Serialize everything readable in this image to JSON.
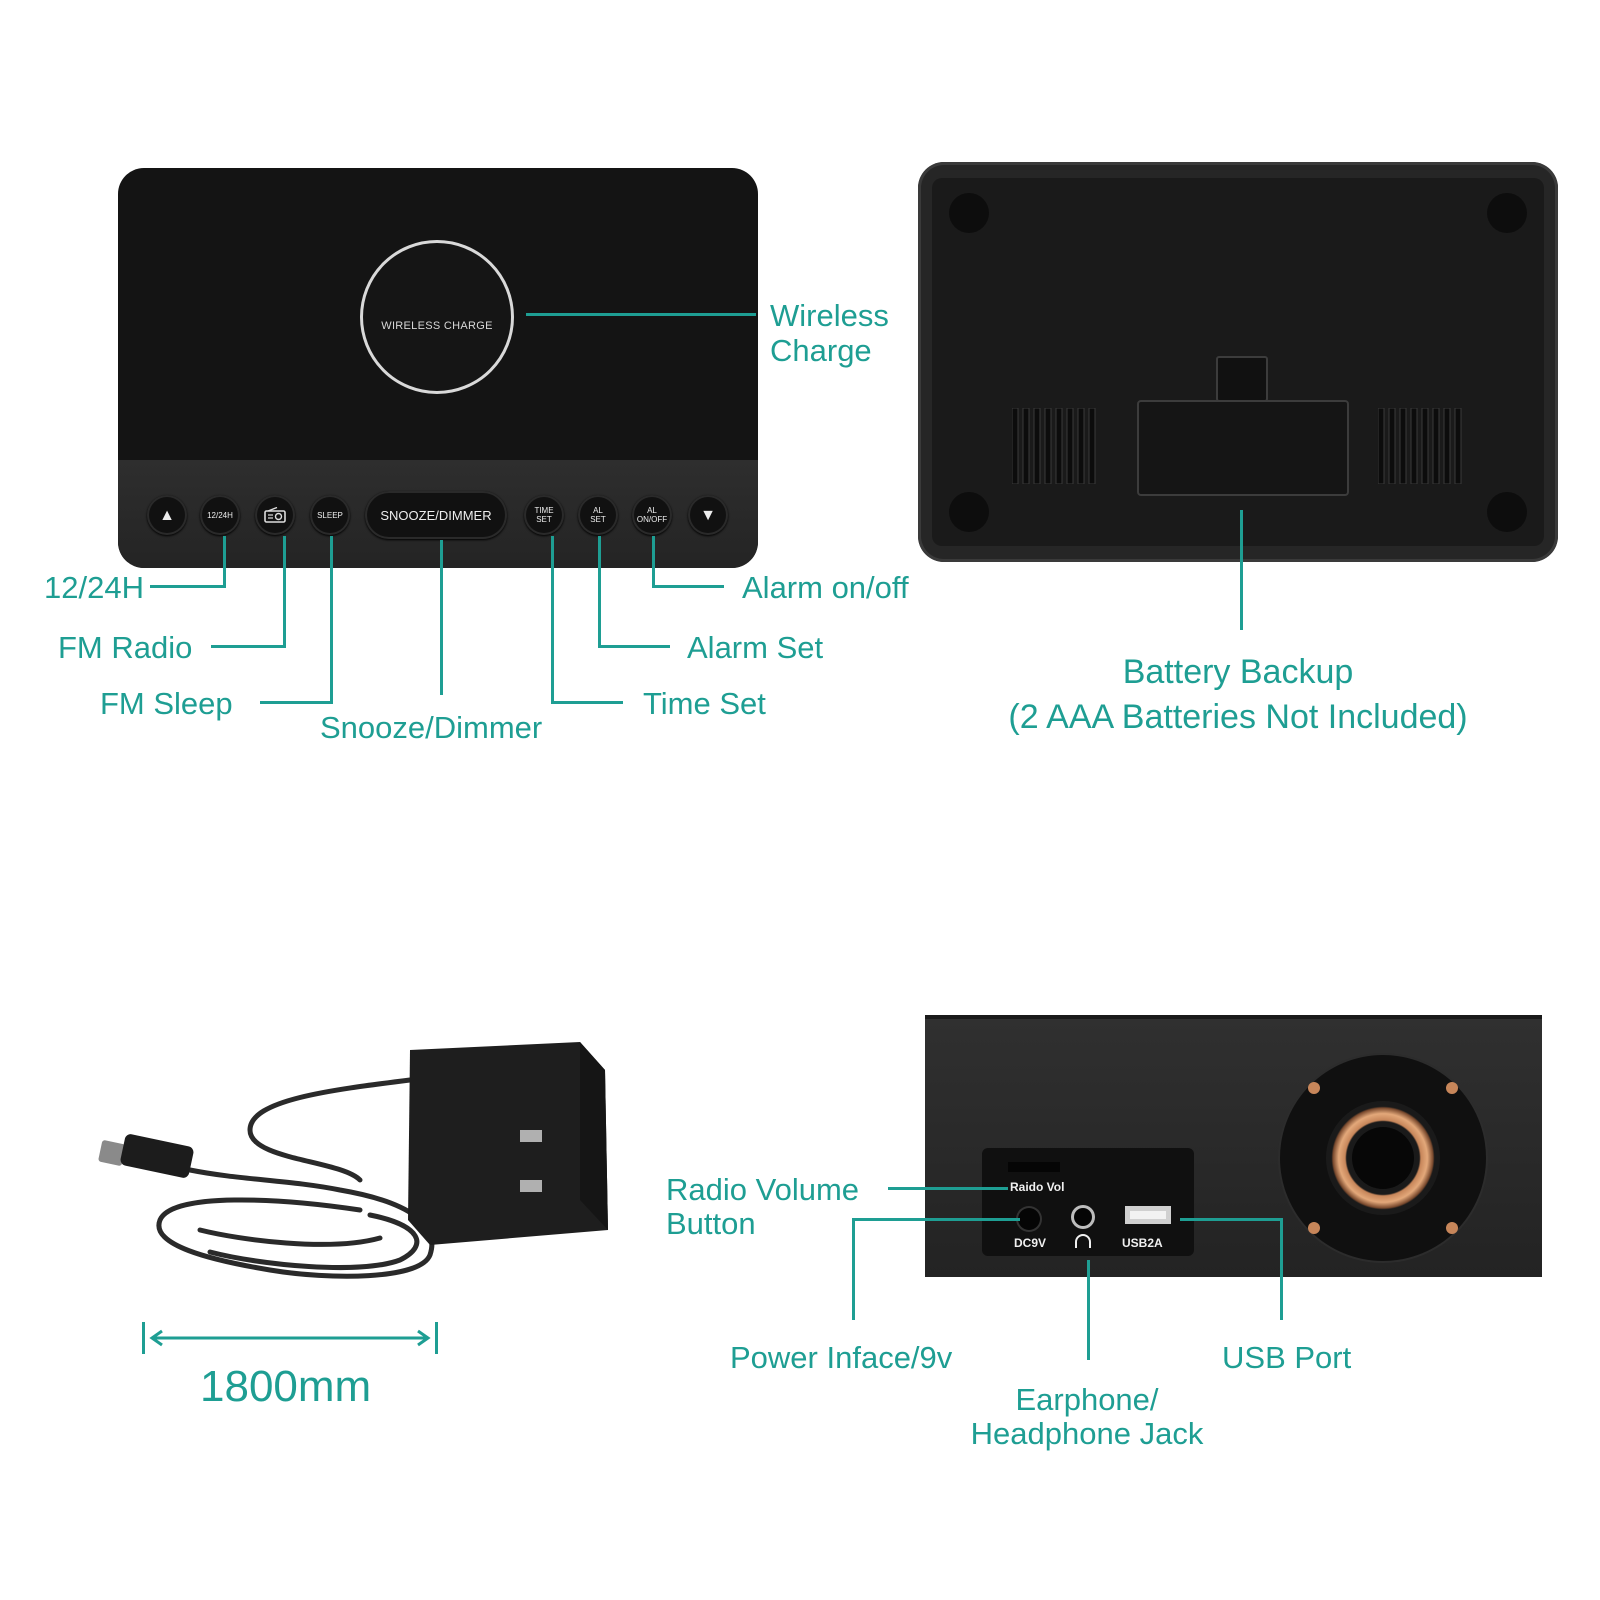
{
  "top_device": {
    "charge_pad_text": "WIRELESS CHARGE",
    "buttons": [
      {
        "id": "up",
        "text": "▲"
      },
      {
        "id": "h1224",
        "text": "12/24H"
      },
      {
        "id": "radio",
        "text": ""
      },
      {
        "id": "sleep",
        "text": "SLEEP"
      },
      {
        "id": "snooze",
        "text": "SNOOZE/DIMMER"
      },
      {
        "id": "timeset",
        "text": "TIME\nSET"
      },
      {
        "id": "alset",
        "text": "AL\nSET"
      },
      {
        "id": "alonoff",
        "text": "AL\nON/OFF"
      },
      {
        "id": "down",
        "text": "▼"
      }
    ]
  },
  "labels": {
    "wireless_charge": [
      "Wireless",
      "Charge"
    ],
    "h1224": "12/24H",
    "fm_radio": "FM Radio",
    "fm_sleep": "FM Sleep",
    "snooze_dimmer": "Snooze/Dimmer",
    "time_set": "Time Set",
    "alarm_set": "Alarm Set",
    "alarm_onoff": "Alarm on/off",
    "battery_backup": [
      "Battery Backup",
      "(2 AAA Batteries Not Included)"
    ],
    "cable_length": "1800mm",
    "radio_volume": [
      "Radio Volume",
      "Button"
    ],
    "power_interface": "Power Inface/9v",
    "usb_port": "USB Port",
    "earphone_jack": [
      "Earphone/",
      "Headphone Jack"
    ]
  },
  "back_panel": {
    "radio_vol": "Raido Vol",
    "dc9v": "DC9V",
    "usb2a": "USB2A"
  },
  "colors": {
    "accent": "#1e9e93",
    "device_dark": "#151515",
    "wood": "#2b2b2b",
    "speaker_ring": "#c7865a"
  }
}
